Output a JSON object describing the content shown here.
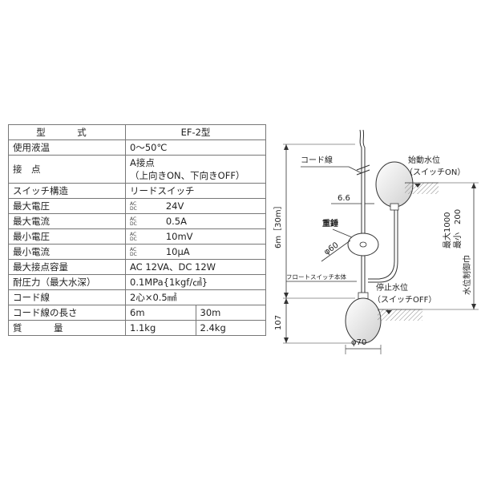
{
  "table": {
    "header": {
      "label": "型　式",
      "value": "EF-2型"
    },
    "rows": [
      {
        "label": "使用液温",
        "value": "0〜50℃"
      },
      {
        "label": "接　点",
        "value": "A接点",
        "value2": "（上向きON、下向きOFF）"
      },
      {
        "label": "スイッチ構造",
        "value": "リードスイッチ"
      },
      {
        "label": "最大電圧",
        "ac": "AC",
        "dc": "DC",
        "value": "24V"
      },
      {
        "label": "最大電流",
        "ac": "AC",
        "dc": "DC",
        "value": "0.5A"
      },
      {
        "label": "最小電圧",
        "ac": "AC",
        "dc": "DC",
        "value": "10mV"
      },
      {
        "label": "最小電流",
        "ac": "AC",
        "dc": "DC",
        "value": "10μA"
      },
      {
        "label": "最大接点容量",
        "value": "AC 12VA、DC 12W"
      },
      {
        "label": "耐圧力（最大水深）",
        "value": "0.1MPa{1kgf/㎠}"
      },
      {
        "label": "コード線",
        "value": "2心×0.5㎟"
      },
      {
        "label": "コード線の長さ",
        "value": "6m",
        "value2": "30m"
      },
      {
        "label": "質　量",
        "value": "1.1kg",
        "value2": "2.4kg"
      }
    ]
  },
  "diagram": {
    "cord_label": "コード線",
    "start_level_label": "始動水位",
    "start_level_sub": "（スイッチON）",
    "weight_label": "重錘",
    "dim_cord_gap": "6.6",
    "dim_weight_dia": "φ60",
    "dim_cord_length": "6m［30m］",
    "float_body_label": "フロートスイッチ本体",
    "stop_level_label": "停止水位",
    "stop_level_sub": "（スイッチOFF）",
    "dim_bottom": "107",
    "dim_float_dia": "φ70",
    "control_range_label": "水位制御巾",
    "control_max": "最大1000",
    "control_min": "最小　200"
  }
}
